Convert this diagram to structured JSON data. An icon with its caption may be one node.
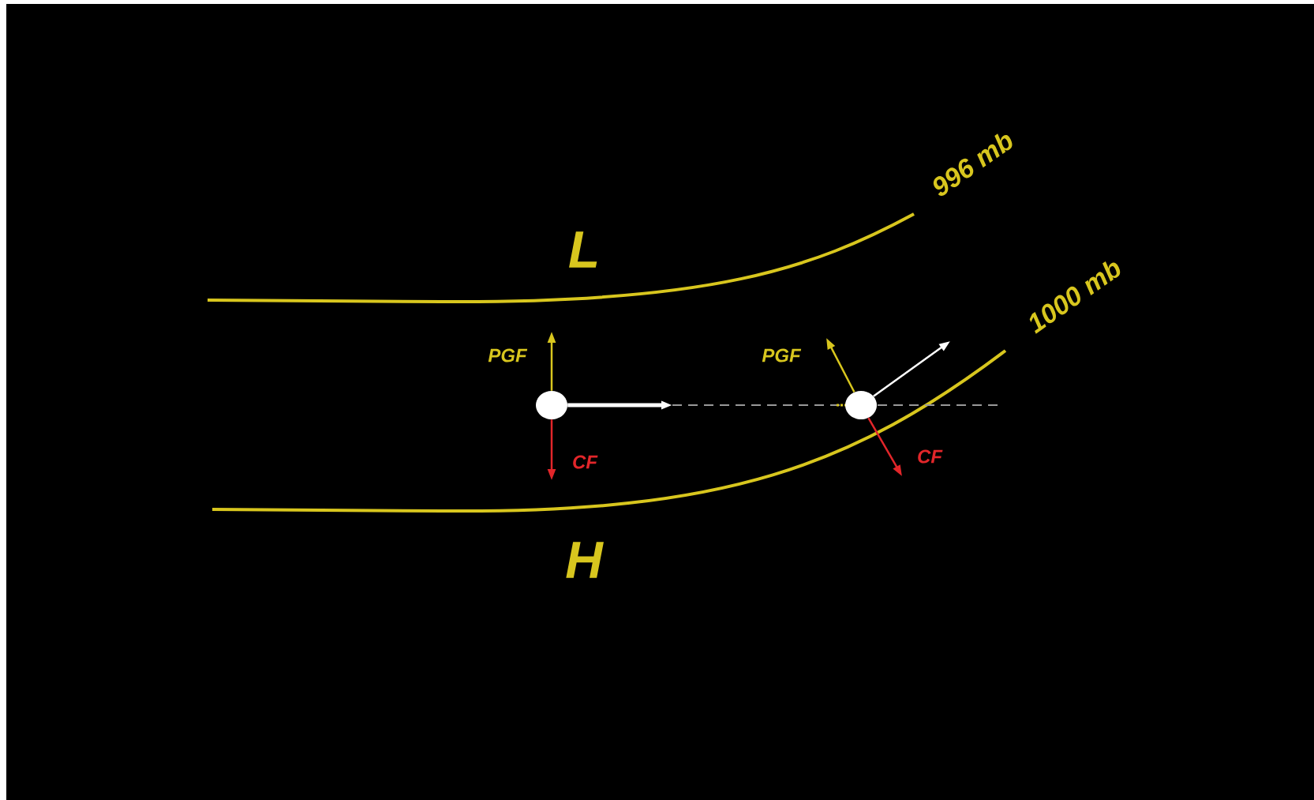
{
  "diagram": {
    "nodes": [
      {
        "text": [],
        "shape": "circle"
      },
      {
        "text": [],
        "shape": "circle"
      }
    ],
    "edges": [
      {
        "from": 0,
        "to": null,
        "arrow": "to",
        "label": "PGF",
        "color": "#d8c61e"
      },
      {
        "from": 0,
        "to": null,
        "arrow": "to",
        "label": "CF",
        "color": "#e2262a"
      },
      {
        "from": 0,
        "to": null,
        "arrow": "to",
        "style": "thick",
        "color": "#ffffff"
      },
      {
        "from": 1,
        "to": null,
        "arrow": "to",
        "label": "PGF",
        "color": "#d8c61e"
      },
      {
        "from": 1,
        "to": null,
        "arrow": "to",
        "color": "#ffffff"
      },
      {
        "from": 1,
        "to": null,
        "arrow": "to",
        "label": "CF",
        "color": "#e2262a"
      }
    ],
    "labels": [
      "996 mb",
      "L",
      "1000 mb",
      "H"
    ]
  }
}
